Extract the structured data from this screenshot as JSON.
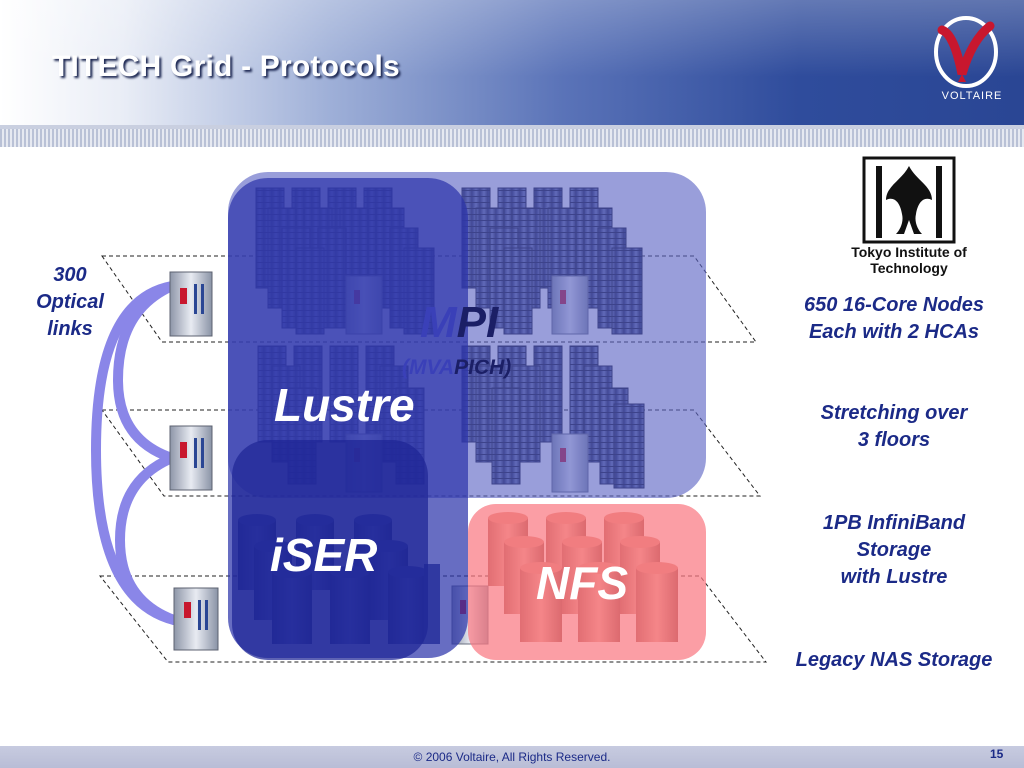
{
  "slide": {
    "title": "TITECH Grid - Protocols",
    "footer_copyright": "© 2006 Voltaire, All Rights Reserved.",
    "page_number": "15"
  },
  "branding": {
    "company_logo_text": "VOLTAIRE",
    "institute_logo_text": "Tokyo Institute of Technology",
    "accent_color": "#1b2a87",
    "logo_red": "#c8172e"
  },
  "protocol_labels": {
    "mpi_prefix": "M",
    "mpi_suffix": "PI",
    "mvapich_prefix": "(MVA",
    "mvapich_suffix": "PICH)",
    "lustre": "Lustre",
    "iser": "iSER",
    "nfs": "NFS"
  },
  "side_notes": {
    "optical_count": "300",
    "optical_line2": "Optical",
    "optical_line3": "links",
    "nodes_line1": "650 16-Core Nodes",
    "nodes_line2": "Each with 2 HCAs",
    "floors_line1": "Stretching over",
    "floors_line2": "3 floors",
    "storage_line1": "1PB InfiniBand",
    "storage_line2": "Storage",
    "storage_line3": "with Lustre",
    "legacy": "Legacy NAS Storage"
  },
  "colors": {
    "mpi_region": "#5a62c4",
    "lustre_region": "#2c34aa",
    "iser_region": "#1e2696",
    "nfs_region": "#fa7882",
    "optical_link": "#8a86e8"
  }
}
